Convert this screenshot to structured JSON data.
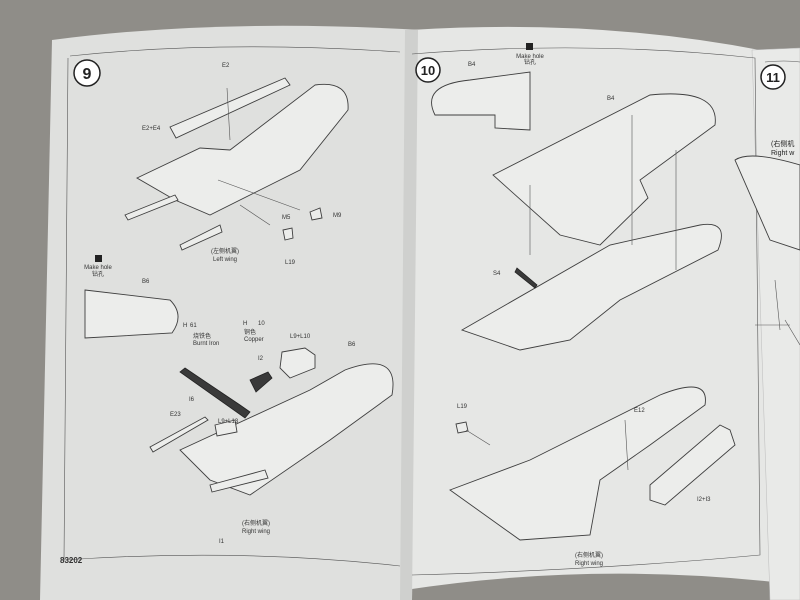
{
  "left_page": {
    "step9": {
      "number": "9",
      "labels": {
        "e2": "E2",
        "e2_e4": "E2+E4",
        "m5": "M5",
        "m9": "M9",
        "l19": "L19"
      },
      "caption_cn": "(左侧机翼)",
      "caption_en": "Left wing"
    },
    "make_hole": {
      "en": "Make hole",
      "cn": "钻孔",
      "part": "B6"
    },
    "right_wing_assembly": {
      "paint1": {
        "code": "H",
        "num": "61",
        "cn": "烧铁色",
        "en": "Burnt Iron"
      },
      "paint2": {
        "code": "H",
        "num": "10",
        "cn": "铜色",
        "en": "Copper"
      },
      "labels": {
        "l9_l10": "L9+L10",
        "i2": "I2",
        "b6": "B6",
        "e23": "E23",
        "i6": "I6",
        "l9_l13": "L9+L13",
        "i1": "I1"
      },
      "caption_cn": "(右侧机翼)",
      "caption_en": "Right wing"
    },
    "page_code": "83202"
  },
  "right_page": {
    "step10": {
      "number": "10",
      "inset_part": "B4",
      "make_hole": {
        "en": "Make hole",
        "cn": "钻孔"
      },
      "labels": {
        "b4": "B4",
        "s4": "S4",
        "l19": "L19",
        "e12": "E12",
        "i2_i3": "I2+I3"
      },
      "caption_cn": "(右侧机翼)",
      "caption_en": "Right wing"
    },
    "step11": {
      "number": "11",
      "caption_cn": "(右侧机",
      "caption_en": "Right w"
    }
  },
  "colors": {
    "paper": "#e5e6e4",
    "background": "#8f8d88",
    "ink": "#3f3f3f"
  }
}
